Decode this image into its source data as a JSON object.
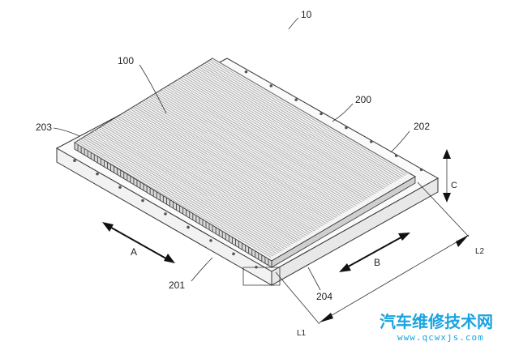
{
  "figure": {
    "labels": {
      "ref_10": "10",
      "ref_100": "100",
      "ref_200": "200",
      "ref_201": "201",
      "ref_202": "202",
      "ref_203": "203",
      "ref_204": "204",
      "dim_a": "A",
      "dim_b": "B",
      "dim_c": "C",
      "dim_l1": "L1",
      "dim_l2": "L2"
    },
    "line_color": "#333333"
  },
  "watermark": {
    "title": "汽车维修技术网",
    "url": "www.qcwxjs.com",
    "color": "#1aa3e0"
  }
}
